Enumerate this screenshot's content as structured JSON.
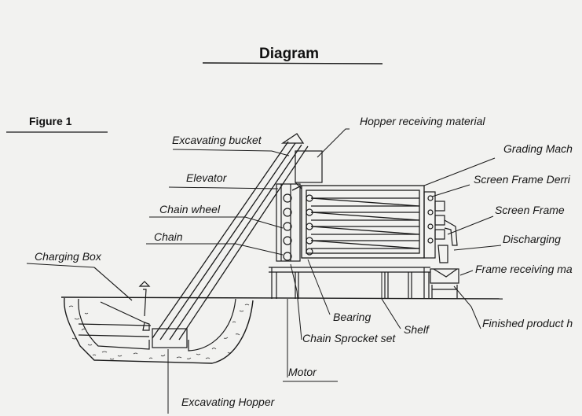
{
  "title": "Diagram",
  "figure_label": "Figure 1",
  "labels": {
    "hopper_receiving": "Hopper receiving material",
    "excavating_bucket": "Excavating bucket",
    "grading_machine": "Grading Mach",
    "elevator": "Elevator",
    "screen_frame_derrick": "Screen Frame Derri",
    "chain_wheel": "Chain wheel",
    "screen_frame": "Screen Frame",
    "chain": "Chain",
    "discharging": "Discharging",
    "charging_box": "Charging Box",
    "frame_receiving": "Frame receiving ma",
    "bearing": "Bearing",
    "shelf": "Shelf",
    "finished_product": "Finished product h",
    "chain_sprocket": "Chain Sprocket set",
    "motor": "Motor",
    "excavating_hopper": "Excavating Hopper"
  }
}
